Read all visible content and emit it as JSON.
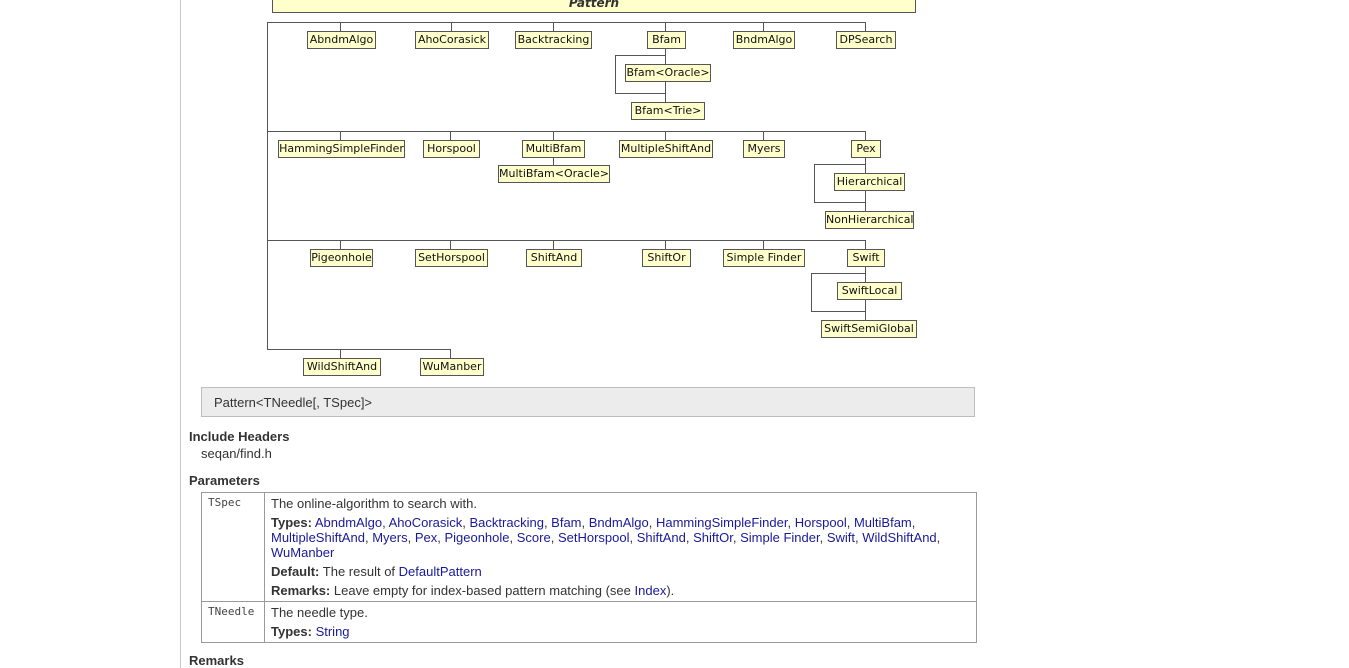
{
  "diagram": {
    "root_label": "Pattern",
    "nodes": {
      "abndmalgo": "AbndmAlgo",
      "ahocorasick": "AhoCorasick",
      "backtracking": "Backtracking",
      "bfam": "Bfam",
      "bndmalgo": "BndmAlgo",
      "dpsearch": "DPSearch",
      "bfam_oracle": "Bfam<Oracle>",
      "bfam_trie": "Bfam<Trie>",
      "hammingsimplefinder": "HammingSimpleFinder",
      "horspool": "Horspool",
      "multibfam": "MultiBfam",
      "multipleshiftand": "MultipleShiftAnd",
      "myers": "Myers",
      "pex": "Pex",
      "multibfam_oracle": "MultiBfam<Oracle>",
      "hierarchical": "Hierarchical",
      "nonhierarchical": "NonHierarchical",
      "pigeonhole": "Pigeonhole",
      "sethorspool": "SetHorspool",
      "shiftand": "ShiftAnd",
      "shiftor": "ShiftOr",
      "simplefinder": "Simple Finder",
      "swift": "Swift",
      "swiftlocal": "SwiftLocal",
      "swiftsemiglobal": "SwiftSemiGlobal",
      "wildshiftand": "WildShiftAnd",
      "wumanber": "WuManber"
    }
  },
  "signature": "Pattern<TNeedle[, TSpec]>",
  "include_headers": {
    "heading": "Include Headers",
    "value": "seqan/find.h"
  },
  "parameters": {
    "heading": "Parameters",
    "tspec": {
      "name": "TSpec",
      "description": "The online-algorithm to search with.",
      "types_label": "Types:",
      "types": [
        "AbndmAlgo",
        "AhoCorasick",
        "Backtracking",
        "Bfam",
        "BndmAlgo",
        "HammingSimpleFinder",
        "Horspool",
        "MultiBfam",
        "MultipleShiftAnd",
        "Myers",
        "Pex",
        "Pigeonhole",
        "Score",
        "SetHorspool",
        "ShiftAnd",
        "ShiftOr",
        "Simple Finder",
        "Swift",
        "WildShiftAnd",
        "WuManber"
      ],
      "default_label": "Default:",
      "default_text": "The result of",
      "default_link": "DefaultPattern",
      "remarks_label": "Remarks:",
      "remarks_text": "Leave empty for index-based pattern matching (see",
      "remarks_link": "Index",
      "remarks_end": ")."
    },
    "tneedle": {
      "name": "TNeedle",
      "description": "The needle type.",
      "types_label": "Types:",
      "types": [
        "String"
      ]
    }
  },
  "remarks": {
    "heading": "Remarks"
  }
}
